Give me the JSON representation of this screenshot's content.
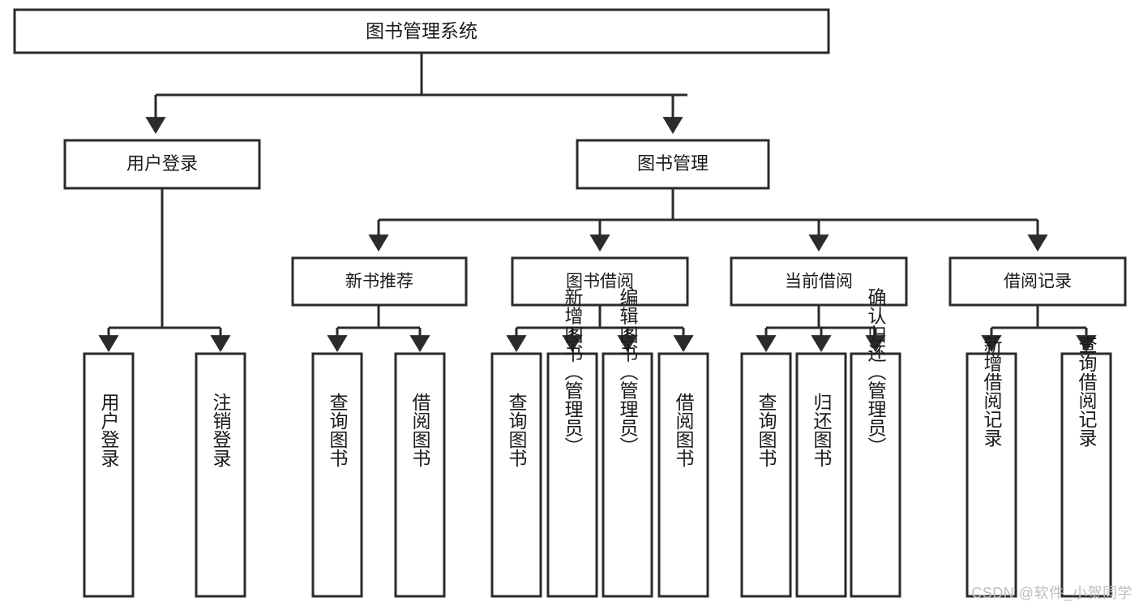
{
  "diagram": {
    "type": "tree-hierarchy",
    "title": "图书管理系统",
    "watermark": "CSDN @软件_小贺同学",
    "colors": {
      "stroke": "#2b2b2b",
      "fill": "#ffffff",
      "text": "#1a1a1a",
      "watermark": "#bdbdbd"
    },
    "root": {
      "label": "图书管理系统"
    },
    "level1": [
      {
        "label": "用户登录"
      },
      {
        "label": "图书管理"
      }
    ],
    "level2": [
      {
        "label": "新书推荐"
      },
      {
        "label": "图书借阅"
      },
      {
        "label": "当前借阅"
      },
      {
        "label": "借阅记录"
      }
    ],
    "leaves": {
      "user_login": [
        {
          "label": "用户登录"
        },
        {
          "label": "注销登录"
        }
      ],
      "new_book_recommend": [
        {
          "label": "查询图书"
        },
        {
          "label": "借阅图书"
        }
      ],
      "book_borrow": [
        {
          "label": "查询图书"
        },
        {
          "label": "新增图书（管理员）"
        },
        {
          "label": "编辑图书（管理员）"
        },
        {
          "label": "借阅图书"
        }
      ],
      "current_borrow": [
        {
          "label": "查询图书"
        },
        {
          "label": "归还图书"
        },
        {
          "label": "确认归还（管理员）"
        }
      ],
      "borrow_record": [
        {
          "label": "新增借阅记录"
        },
        {
          "label": "查询借阅记录"
        }
      ]
    }
  }
}
